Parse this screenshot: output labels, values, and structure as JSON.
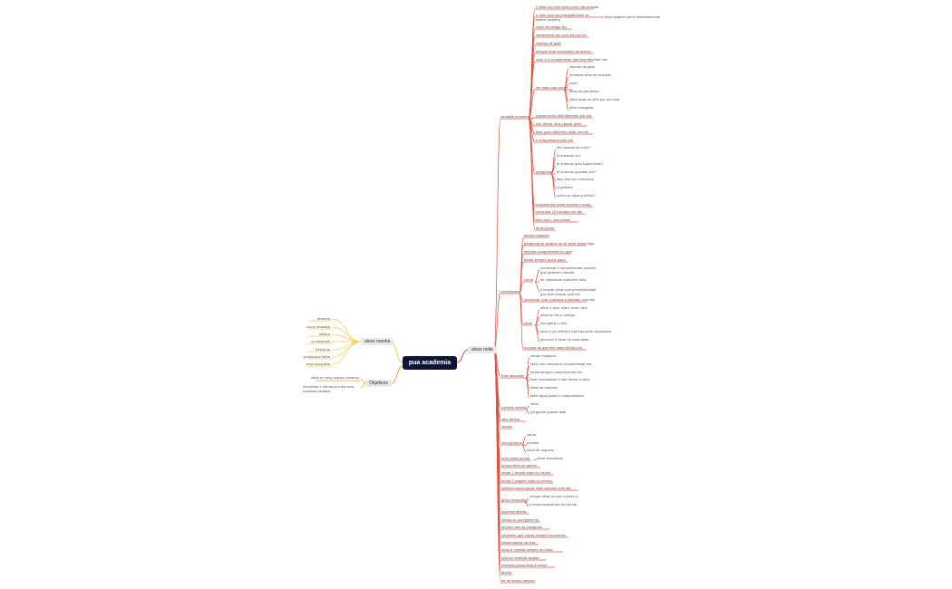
{
  "root": "pua academia",
  "colors": {
    "red": "#e0503c",
    "orange": "#f0a038",
    "yellow": "#f2c94c",
    "root_bg": "#0c1437"
  },
  "left": {
    "alvos_manha": {
      "label": "alvos manha",
      "items": [
        "flexinha",
        "coroa levatada",
        "esteira",
        "oi mexendo",
        "trenando",
        "professora fisica",
        "uma conquista"
      ]
    },
    "objetivos": {
      "label": "Objetivos",
      "items": [
        "olhar no teeg depois humento",
        "conversar 1 minuto por dia com homewa verdade"
      ]
    }
  },
  "right": {
    "label": "alvos noite",
    "groups": [
      {
        "label": "durabilit momento",
        "items": [
          "ir falar com ela muito perto das amigas",
          "ir falar com ela principalmente se estiver sozinha",
          "olhar ela antigo fim",
          "comecendo fim com ela por ela",
          "chamar de gata",
          "sempre ficar encostinho de leveza",
          "voce e o comprimento que ficar tiferente dos",
          "ser mais claro perto",
          "passar perto dela tiferendo pra ela",
          "não deixar nina passar perto",
          "ficar perto tiferendo olhar normal",
          "ir empoderada com ele",
          "perguntas",
          "empurar ela como tecnica e coroa",
          "comentar 10 minutos por dia",
          "feliz claro, das coisas",
          "temer junto"
        ],
        "side_note": "e uma maquina perto imediatamente",
        "sub_claro": [
          "chamar de gata",
          "encaixar olhar de requinto",
          "voce",
          "olhar da perneirao",
          "olhar mais no olho por ser bota",
          "olhar triangular"
        ],
        "sub_perguntas": [
          "tem quanto de voce?",
          "té tenando ou?",
          "té tenando qual suplemento?",
          "té tenando quantas vez?",
          "faço isso só e funciona",
          "oi galhera",
          "como ou disse a treino?"
        ]
      },
      {
        "label": "recebeparo",
        "items": [
          "sentar maquina",
          "perguntar se acabou ou se pode pegar logo",
          "sempre cumprimentar no gym",
          "tentar sempre puxar papo",
          "coroa",
          "conversar com a pessoa e naturalo com ela",
          "olhar",
          "encarar as que tem mais olhado pra"
        ],
        "sub_coroa": [
          "conversar e cumprimentar sozinho que puderem discutir",
          "ter intimidade mais tem feito",
          "ir buscar olhar com perceptividade que tiver buscar com ela"
        ],
        "sub_olhar": [
          "olhar 1 olho, claro, outro olho",
          "olhar do bei a cabeça",
          "nao pisca o olho",
          "olhar o pe refletir e pra trás perto da pessoa",
          "decorrer 3 olhar do cima atrás"
        ]
      },
      {
        "label": "trote atividade",
        "items": [
          "sentar maquina",
          "fazer com firmeza e cumprimentar ela",
          "tentar sempre cumprimentar ela",
          "ficar encostando e não deixar e olhar",
          "olhar de requinto",
          "fazer igual juntos e compromitem"
        ]
      },
      {
        "label": "convide manha",
        "items": [
          "olhar",
          "perguntar quanto falta"
        ]
      },
      {
        "label": "olhe tal fixa",
        "items": []
      },
      {
        "label": "sentas",
        "items": []
      },
      {
        "label": "cervejinha fim",
        "items": [
          "coroa",
          "encarar",
          "olhar de requinto"
        ]
      },
      {
        "label": "uma coisa sexual",
        "side": "ficar encostado",
        "items": []
      },
      {
        "label": "nunca olhar ao garoto",
        "items": []
      },
      {
        "label": "tomar 1 treadé mais ou menos",
        "items": []
      },
      {
        "label": "tomar 2 wagner mais ou menos",
        "items": []
      },
      {
        "label": "coletiva nunca puxar mais assunto com ela",
        "items": []
      },
      {
        "label": "ginco recepcão",
        "items": [
          "chegar olhar ou com a treer cl",
          "e empoderada isso em frente"
        ]
      },
      {
        "label": "inscreva aberta",
        "items": []
      },
      {
        "label": "contar do alongamento",
        "items": []
      },
      {
        "label": "terceiro sair da instagram",
        "items": []
      },
      {
        "label": "conceber que nunca sempre encostinho",
        "items": []
      },
      {
        "label": "inescenancia na vida",
        "items": []
      },
      {
        "label": "tocar e repetial sempre ao inicio",
        "items": []
      },
      {
        "label": "anitony material atualid",
        "items": []
      },
      {
        "label": "maneira possa fitna a treinor",
        "items": []
      },
      {
        "label": "aberto",
        "items": []
      },
      {
        "label": "ter no tempo mesmo",
        "items": []
      }
    ]
  }
}
